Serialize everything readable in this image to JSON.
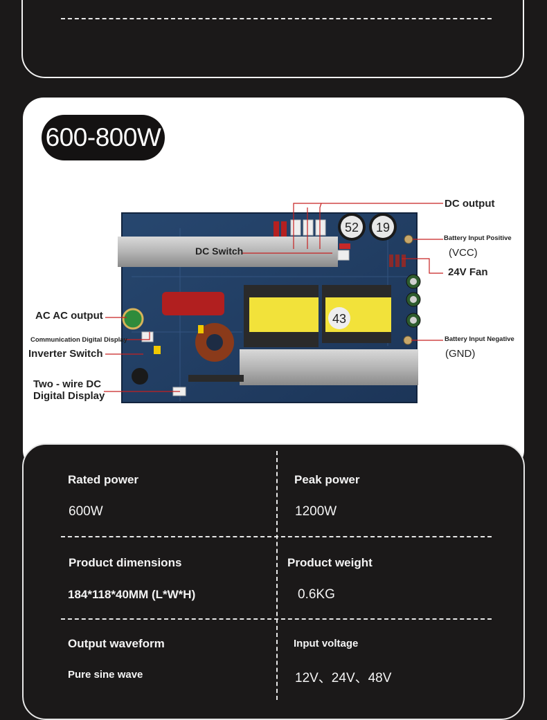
{
  "title_badge": "600-800W",
  "callouts": {
    "dc_output": "DC output",
    "dc_switch": "DC Switch",
    "battery_positive": "Battery Input Positive",
    "vcc": "(VCC)",
    "fan": "24V Fan",
    "ac_output": "AC AC output",
    "comm_display": "Communication Digital Display",
    "inverter_switch": "Inverter Switch",
    "two_wire_line1": "Two - wire DC",
    "two_wire_line2": "Digital Display",
    "battery_negative": "Battery Input Negative",
    "gnd": "(GND)"
  },
  "board_marks": {
    "cap1": "52",
    "cap2": "19",
    "transformer": "43"
  },
  "specs": [
    {
      "label": "Rated power",
      "value": "600W"
    },
    {
      "label": "Peak power",
      "value": "1200W"
    },
    {
      "label": "Product dimensions",
      "value": "184*118*40MM (L*W*H)"
    },
    {
      "label": "Product weight",
      "value": "0.6KG"
    },
    {
      "label": "Output waveform",
      "value": "Pure sine wave"
    },
    {
      "label": "Input voltage",
      "value": "12V、24V、48V"
    }
  ]
}
